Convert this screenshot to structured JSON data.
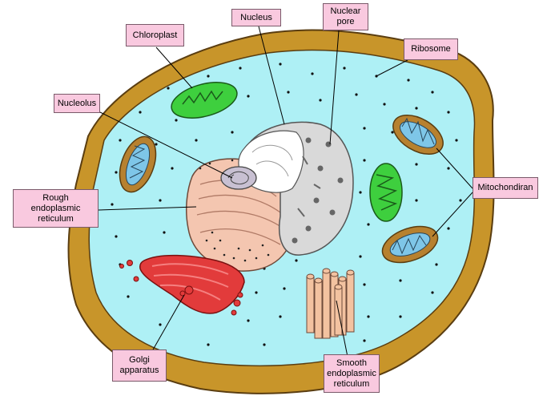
{
  "labels": {
    "chloroplast": "Chloroplast",
    "nucleus": "Nucleus",
    "nuclear_pore": "Nuclear\npore",
    "ribosome": "Ribosome",
    "nucleolus": "Nucleolus",
    "rough_er": "Rough\nendoplasmic\nreticulum",
    "mitochondrian": "Mitochondiran",
    "golgi": "Golgi\napparatus",
    "smooth_er": "Smooth\nendoplasmic\nreticulum"
  },
  "colors": {
    "cell_wall": "#c8952a",
    "cytoplasm": "#aef0f5",
    "chloroplast": "#3ecf3e",
    "mitochondria": "#b7812f",
    "nucleus": "#d9d9d9",
    "rough_er": "#f4c6b0",
    "golgi": "#e23b3b",
    "smooth_er": "#f3c2a0",
    "label_bg": "#f9c9df"
  }
}
